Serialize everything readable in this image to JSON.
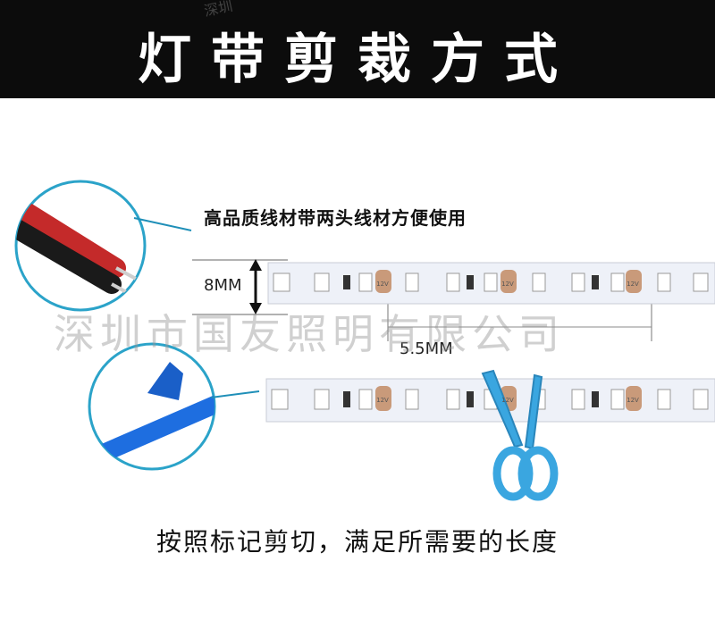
{
  "header": {
    "title": "灯带剪裁方式",
    "watermark": "深圳"
  },
  "captions": {
    "top": "高品质线材带两头线材方便使用",
    "bottom": "按照标记剪切，满足所需要的长度"
  },
  "dimensions": {
    "width_label": "8MM",
    "spacing_label": "5.5MM"
  },
  "strip_marking": "12V",
  "watermark": "深圳市国友照明有限公司",
  "colors": {
    "header_bg": "#0c0c0c",
    "strip": "#eef1f8",
    "pad": "#c99a7a",
    "scissors": "#3aa6e0",
    "ring": "#2ba3c9"
  },
  "icons": [
    "wire-icon",
    "tape-icon",
    "scissors-icon",
    "led-strip-icon"
  ]
}
